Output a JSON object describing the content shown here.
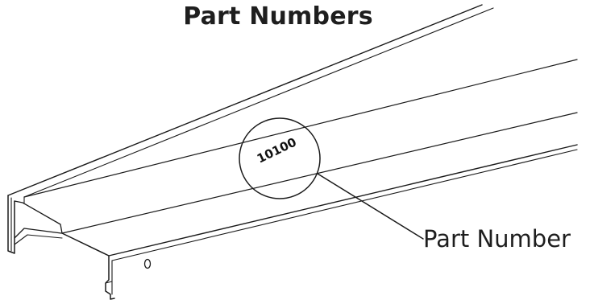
{
  "title": "Part Numbers",
  "stamp": {
    "number": "10100"
  },
  "callout": {
    "label": "Part Number"
  }
}
